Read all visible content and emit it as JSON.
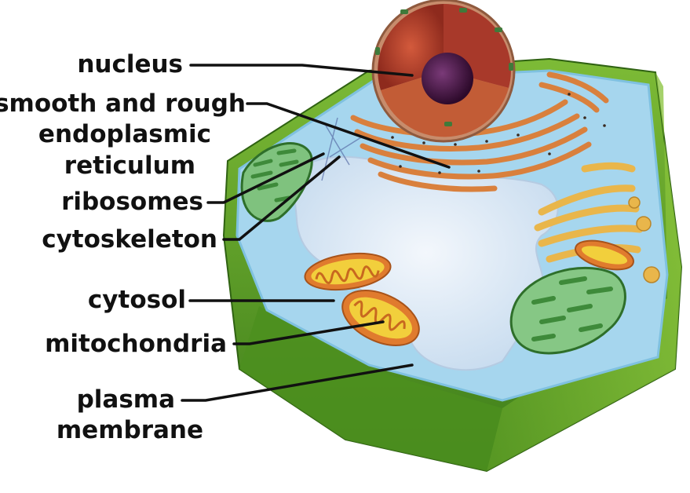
{
  "labels": {
    "nucleus": "nucleus",
    "er_line1": "smooth and rough",
    "er_line2": "endoplasmic",
    "er_line3": "reticulum",
    "ribosomes": "ribosomes",
    "cytoskeleton": "cytoskeleton",
    "cytosol": "cytosol",
    "mitochondria": "mitochondria",
    "plasma_line1": "plasma",
    "plasma_line2": "membrane"
  },
  "colors": {
    "cell_wall": "#6fae2c",
    "cell_wall_dark": "#3f7a1a",
    "cytosol": "#a9d8ef",
    "vacuole": "#e4eef8",
    "nucleus_envelope": "#c98a6a",
    "nucleoplasm": "#b8412c",
    "nucleolus": "#4a1a48",
    "endoplasmic_reticulum": "#d9803d",
    "golgi": "#e8b54a",
    "mitochondria": "#e07b2e",
    "chloroplast": "#7cc07e",
    "leader_line": "#111111"
  }
}
